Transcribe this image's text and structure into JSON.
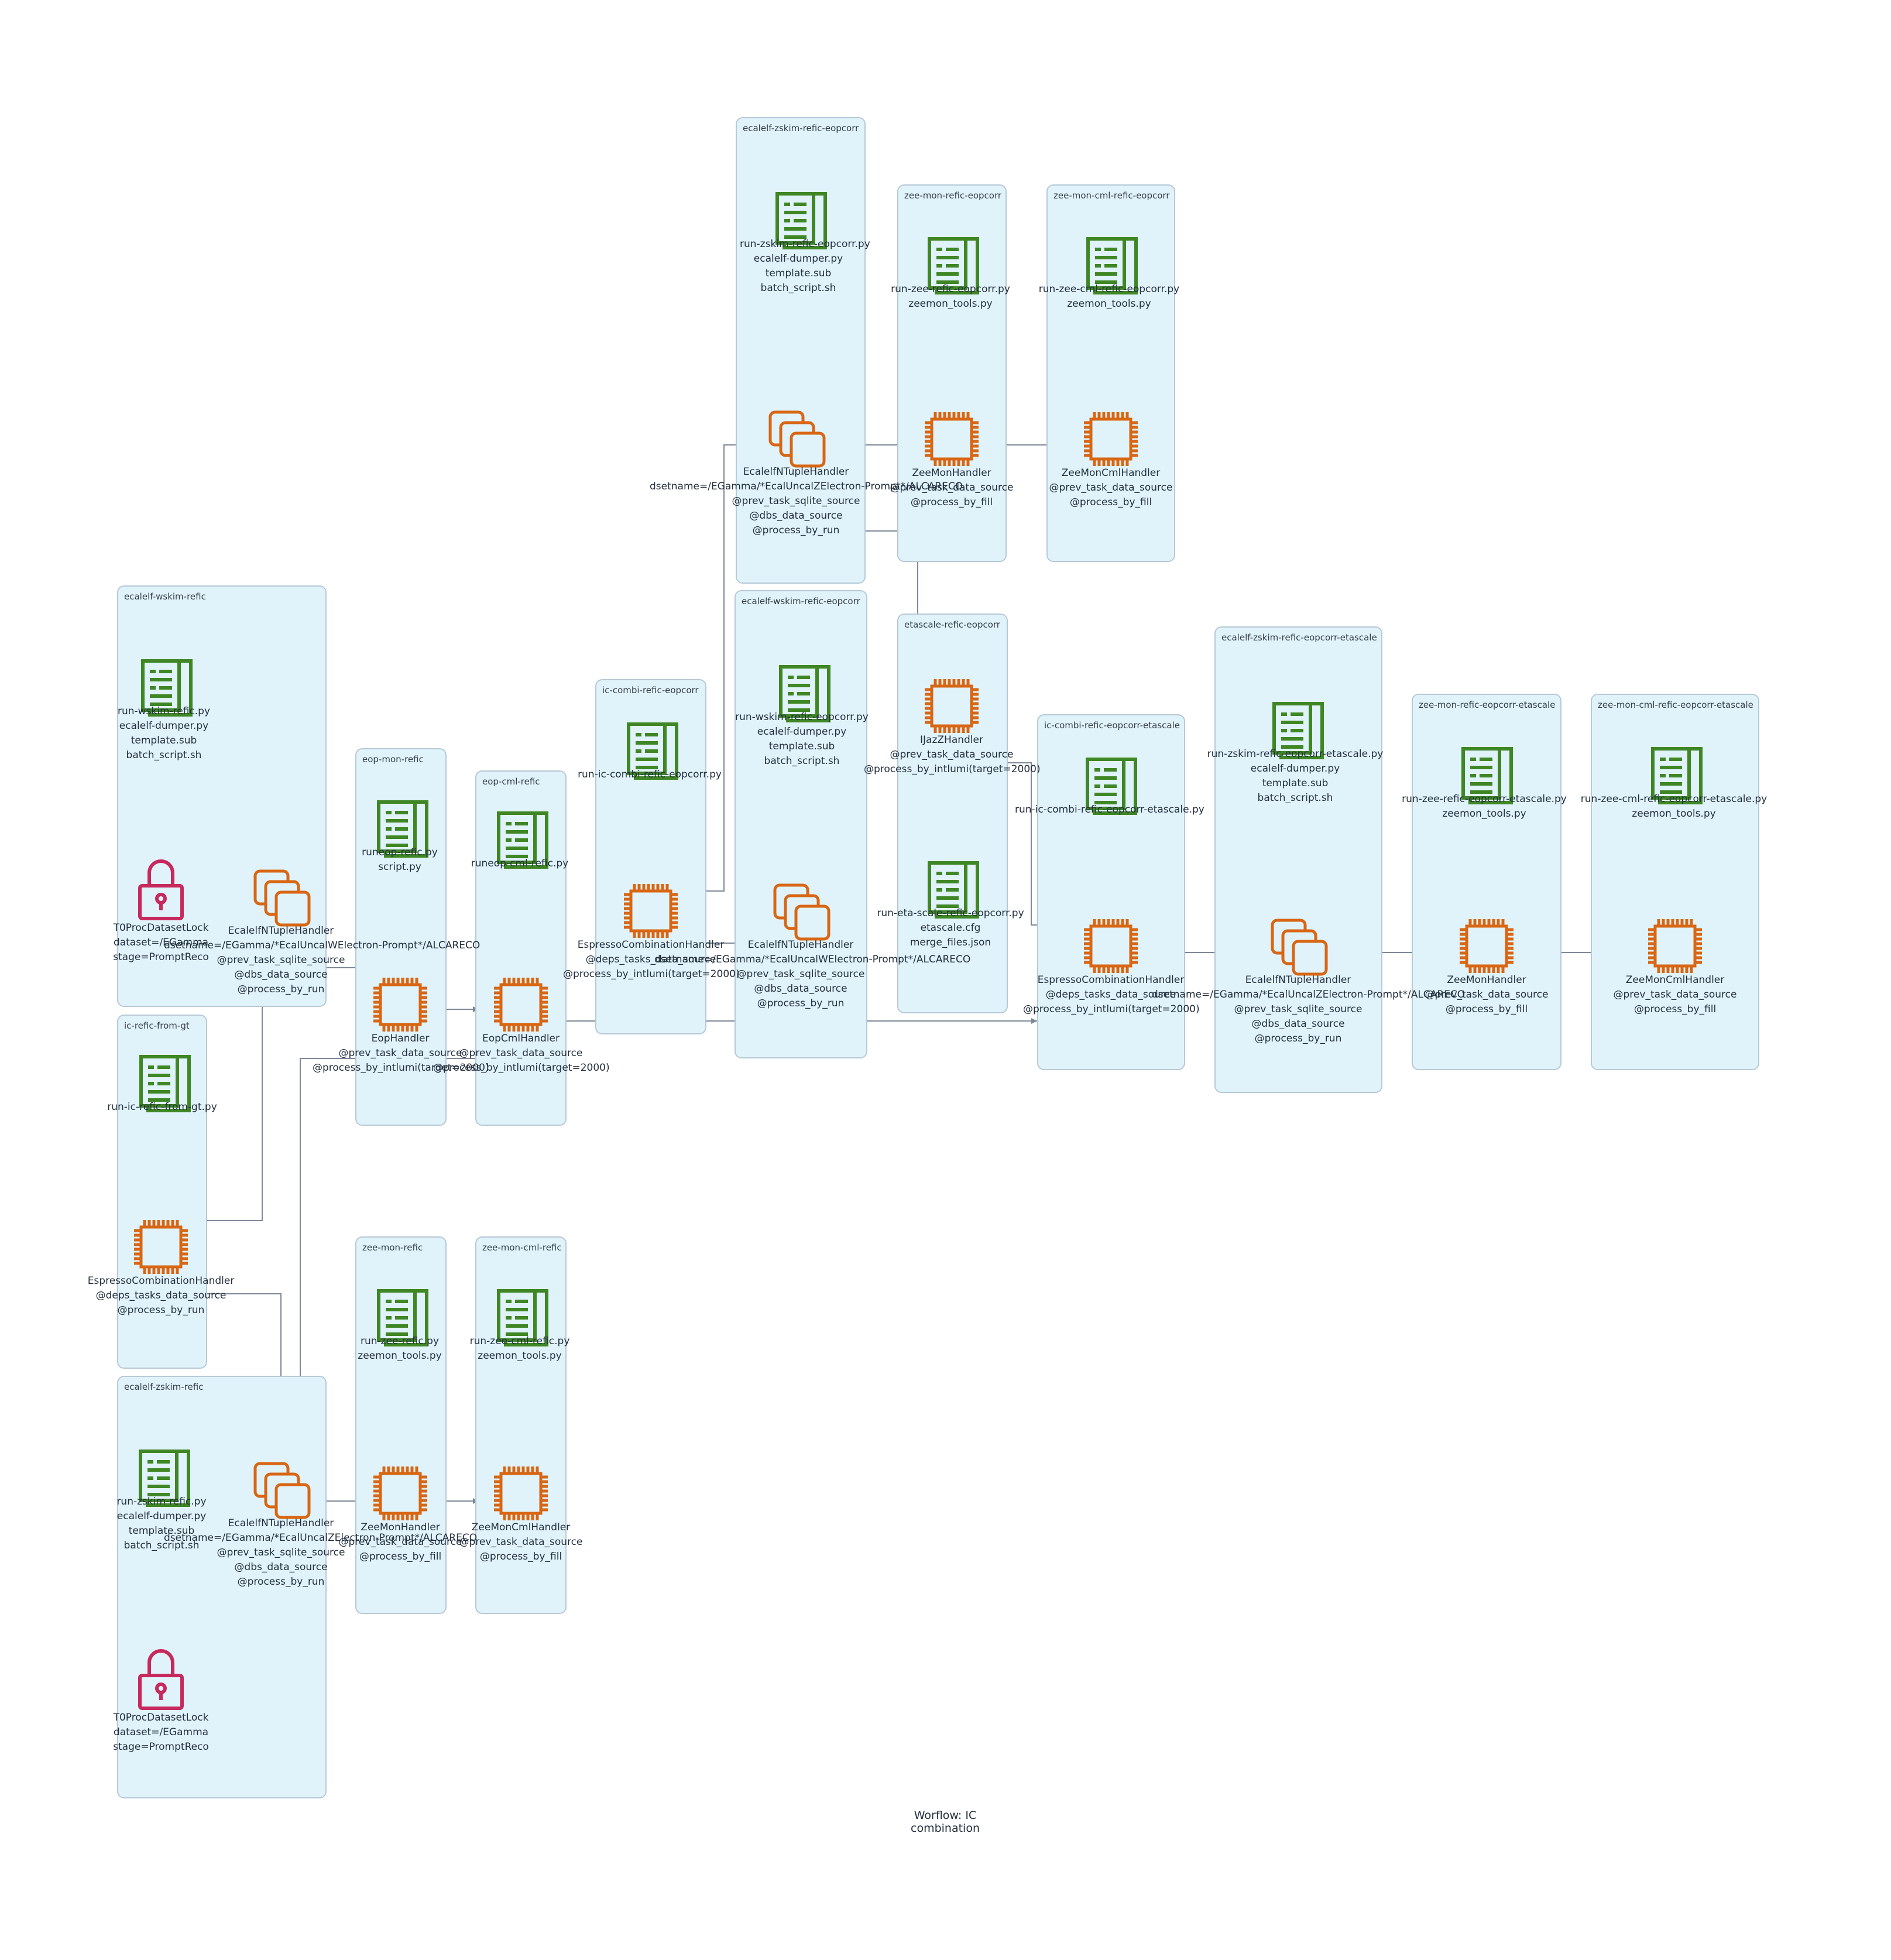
{
  "caption": "Worflow: IC combination",
  "groups": {
    "wskim": {
      "title": "ecalelf-wskim-refic",
      "file": [
        "run-wskim-refic.py",
        "ecalelf-dumper.py",
        "template.sub",
        "batch_script.sh"
      ],
      "lock": [
        "T0ProcDatasetLock",
        "dataset=/EGamma",
        "stage=PromptReco"
      ],
      "task": [
        "EcalelfNTupleHandler",
        "dsetname=/EGamma/*EcalUncalWElectron-Prompt*/ALCARECO",
        "@prev_task_sqlite_source",
        "@dbs_data_source",
        "@process_by_run"
      ]
    },
    "fromgt": {
      "title": "ic-refic-from-gt",
      "file": [
        "run-ic-refic-from-gt.py"
      ],
      "task": [
        "EspressoCombinationHandler",
        "@deps_tasks_data_source",
        "@process_by_run"
      ]
    },
    "zskim": {
      "title": "ecalelf-zskim-refic",
      "file": [
        "run-zskim-refic.py",
        "ecalelf-dumper.py",
        "template.sub",
        "batch_script.sh"
      ],
      "task": [
        "EcalelfNTupleHandler",
        "dsetname=/EGamma/*EcalUncalZElectron-Prompt*/ALCARECO",
        "@prev_task_sqlite_source",
        "@dbs_data_source",
        "@process_by_run"
      ],
      "lock": [
        "T0ProcDatasetLock",
        "dataset=/EGamma",
        "stage=PromptReco"
      ]
    },
    "eopmon": {
      "title": "eop-mon-refic",
      "file": [
        "runeop-refic.py",
        "script.py"
      ],
      "task": [
        "EopHandler",
        "@prev_task_data_source",
        "@process_by_intlumi(target=2000)"
      ]
    },
    "eopcml": {
      "title": "eop-cml-refic",
      "file": [
        "runeop-cml-refic.py"
      ],
      "task": [
        "EopCmlHandler",
        "@prev_task_data_source",
        "@process_by_intlumi(target=2000)"
      ]
    },
    "zeemon": {
      "title": "zee-mon-refic",
      "file": [
        "run-zee-refic.py",
        "zeemon_tools.py"
      ],
      "task": [
        "ZeeMonHandler",
        "@prev_task_data_source",
        "@process_by_fill"
      ]
    },
    "zeecml": {
      "title": "zee-mon-cml-refic",
      "file": [
        "run-zee-cml-refic.py",
        "zeemon_tools.py"
      ],
      "task": [
        "ZeeMonCmlHandler",
        "@prev_task_data_source",
        "@process_by_fill"
      ]
    },
    "combi": {
      "title": "ic-combi-refic-eopcorr",
      "file": [
        "run-ic-combi-refic-eopcorr.py"
      ],
      "task": [
        "EspressoCombinationHandler",
        "@deps_tasks_data_source",
        "@process_by_intlumi(target=2000)"
      ]
    },
    "zskimeop": {
      "title": "ecalelf-zskim-refic-eopcorr",
      "file": [
        "run-zskim-refic-eopcorr.py",
        "ecalelf-dumper.py",
        "template.sub",
        "batch_script.sh"
      ],
      "task": [
        "EcalelfNTupleHandler",
        "dsetname=/EGamma/*EcalUncalZElectron-Prompt*/ALCARECO",
        "@prev_task_sqlite_source",
        "@dbs_data_source",
        "@process_by_run"
      ]
    },
    "wskimeop": {
      "title": "ecalelf-wskim-refic-eopcorr",
      "file": [
        "run-wskim-refic-eopcorr.py",
        "ecalelf-dumper.py",
        "template.sub",
        "batch_script.sh"
      ],
      "task": [
        "EcalelfNTupleHandler",
        "dsetname=/EGamma/*EcalUncalWElectron-Prompt*/ALCARECO",
        "@prev_task_sqlite_source",
        "@dbs_data_source",
        "@process_by_run"
      ]
    },
    "zeemoneop": {
      "title": "zee-mon-refic-eopcorr",
      "file": [
        "run-zee-refic-eopcorr.py",
        "zeemon_tools.py"
      ],
      "task": [
        "ZeeMonHandler",
        "@prev_task_data_source",
        "@process_by_fill"
      ]
    },
    "zeecmleop": {
      "title": "zee-mon-cml-refic-eopcorr",
      "file": [
        "run-zee-cml-refic-eopcorr.py",
        "zeemon_tools.py"
      ],
      "task": [
        "ZeeMonCmlHandler",
        "@prev_task_data_source",
        "@process_by_fill"
      ]
    },
    "etascale": {
      "title": "etascale-refic-eopcorr",
      "task": [
        "IJazZHandler",
        "@prev_task_data_source",
        "@process_by_intlumi(target=2000)"
      ],
      "file": [
        "run-eta-scale-refic-eopcorr.py",
        "etascale.cfg",
        "merge_files.json"
      ]
    },
    "combiet": {
      "title": "ic-combi-refic-eopcorr-etascale",
      "file": [
        "run-ic-combi-refic-eopcorr-etascale.py"
      ],
      "task": [
        "EspressoCombinationHandler",
        "@deps_tasks_data_source",
        "@process_by_intlumi(target=2000)"
      ]
    },
    "zskimet": {
      "title": "ecalelf-zskim-refic-eopcorr-etascale",
      "file": [
        "run-zskim-refic-eopcorr-etascale.py",
        "ecalelf-dumper.py",
        "template.sub",
        "batch_script.sh"
      ],
      "task": [
        "EcalelfNTupleHandler",
        "dsetname=/EGamma/*EcalUncalZElectron-Prompt*/ALCARECO",
        "@prev_task_sqlite_source",
        "@dbs_data_source",
        "@process_by_run"
      ]
    },
    "zeemonet": {
      "title": "zee-mon-refic-eopcorr-etascale",
      "file": [
        "run-zee-refic-eopcorr-etascale.py",
        "zeemon_tools.py"
      ],
      "task": [
        "ZeeMonHandler",
        "@prev_task_data_source",
        "@process_by_fill"
      ]
    },
    "zeecmlet": {
      "title": "zee-mon-cml-refic-eopcorr-etascale",
      "file": [
        "run-zee-cml-refic-eopcorr-etascale.py",
        "zeemon_tools.py"
      ],
      "task": [
        "ZeeMonCmlHandler",
        "@prev_task_data_source",
        "@process_by_fill"
      ]
    }
  },
  "colors": {
    "group_fill": "#e1f3fa",
    "group_border": "#b6c9d6",
    "file_icon": "#3f8624",
    "task_icon": "#d86613",
    "lock_icon": "#c7295c",
    "edge": "#7d8998"
  }
}
